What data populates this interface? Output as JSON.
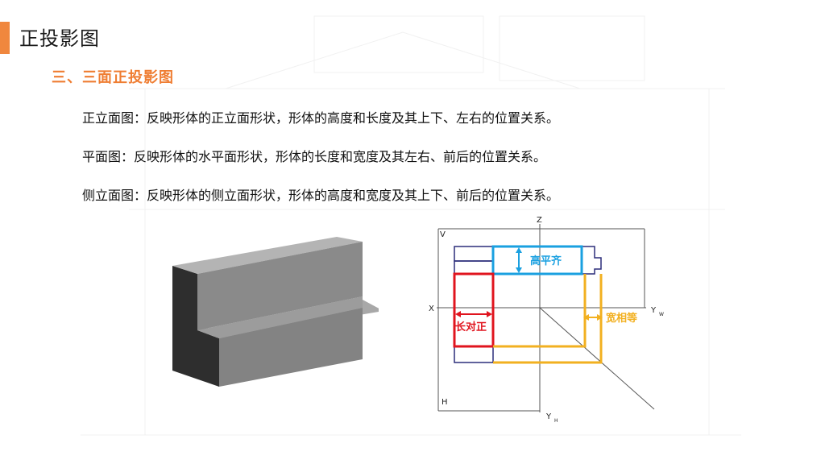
{
  "slide": {
    "title": "正投影图",
    "section": "三、三面正投影图",
    "descriptions": [
      "正立面图：反映形体的正立面形状，形体的高度和长度及其上下、左右的位置关系。",
      "平面图：反映形体的水平面形状，形体的长度和宽度及其左右、前后的位置关系。",
      "侧立面图：反映形体的侧立面形状，形体的高度和宽度及其上下、前后的位置关系。"
    ]
  },
  "diagram": {
    "axis_labels": {
      "z": "Z",
      "v": "V",
      "x": "X",
      "h": "H",
      "yw": "Y",
      "yw_sub": "W",
      "yh": "Y",
      "yh_sub": "H"
    },
    "annotations": {
      "height": "高平齐",
      "length": "长对正",
      "width": "宽相等"
    },
    "colors": {
      "accent": "#ef7d32",
      "height": "#1aa0e0",
      "length": "#e0141e",
      "width": "#f2b020",
      "outline": "#2b2d7a"
    }
  }
}
